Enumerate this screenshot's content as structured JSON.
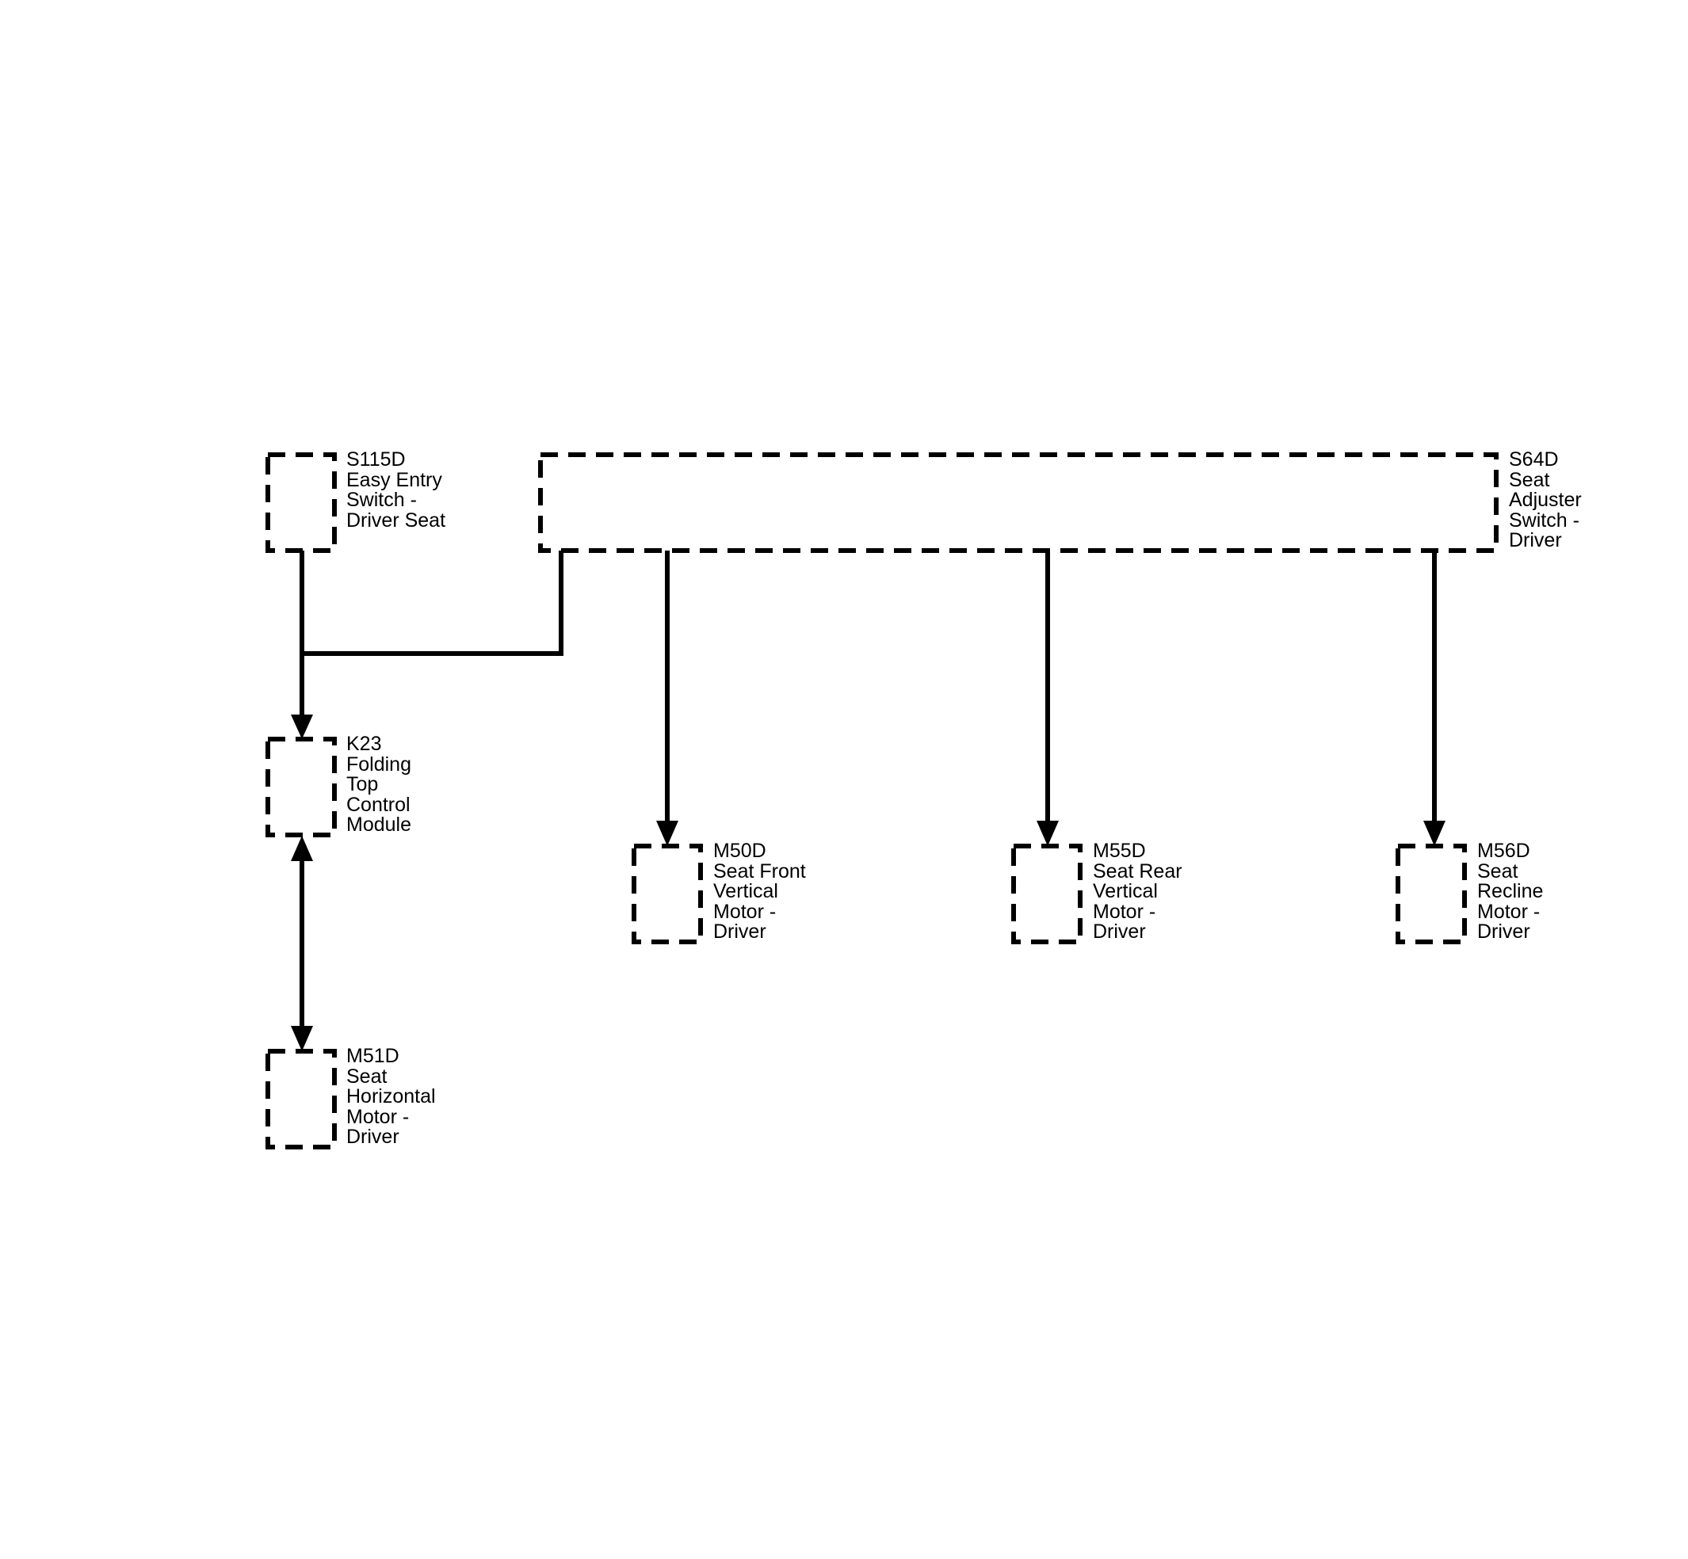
{
  "components": {
    "s115d": {
      "lines": [
        "S115D",
        "Easy Entry",
        "Switch -",
        "Driver Seat"
      ]
    },
    "s64d": {
      "lines": [
        "S64D",
        "Seat",
        "Adjuster",
        "Switch -",
        "Driver"
      ]
    },
    "k23": {
      "lines": [
        "K23",
        "Folding",
        "Top",
        "Control",
        "Module"
      ]
    },
    "m51d": {
      "lines": [
        "M51D",
        "Seat",
        "Horizontal",
        "Motor -",
        "Driver"
      ]
    },
    "m50d": {
      "lines": [
        "M50D",
        "Seat Front",
        "Vertical",
        "Motor -",
        "Driver"
      ]
    },
    "m55d": {
      "lines": [
        "M55D",
        "Seat Rear",
        "Vertical",
        "Motor -",
        "Driver"
      ]
    },
    "m56d": {
      "lines": [
        "M56D",
        "Seat",
        "Recline",
        "Motor -",
        "Driver"
      ]
    }
  },
  "connections": [
    {
      "from": "s115d",
      "to": "k23",
      "direction": "one-way"
    },
    {
      "from": "s64d",
      "to": "k23",
      "direction": "one-way"
    },
    {
      "from": "k23",
      "to": "m51d",
      "direction": "two-way"
    },
    {
      "from": "s64d",
      "to": "m50d",
      "direction": "one-way"
    },
    {
      "from": "s64d",
      "to": "m55d",
      "direction": "one-way"
    },
    {
      "from": "s64d",
      "to": "m56d",
      "direction": "one-way"
    }
  ],
  "colors": {
    "line": "#000000",
    "background": "#ffffff"
  }
}
